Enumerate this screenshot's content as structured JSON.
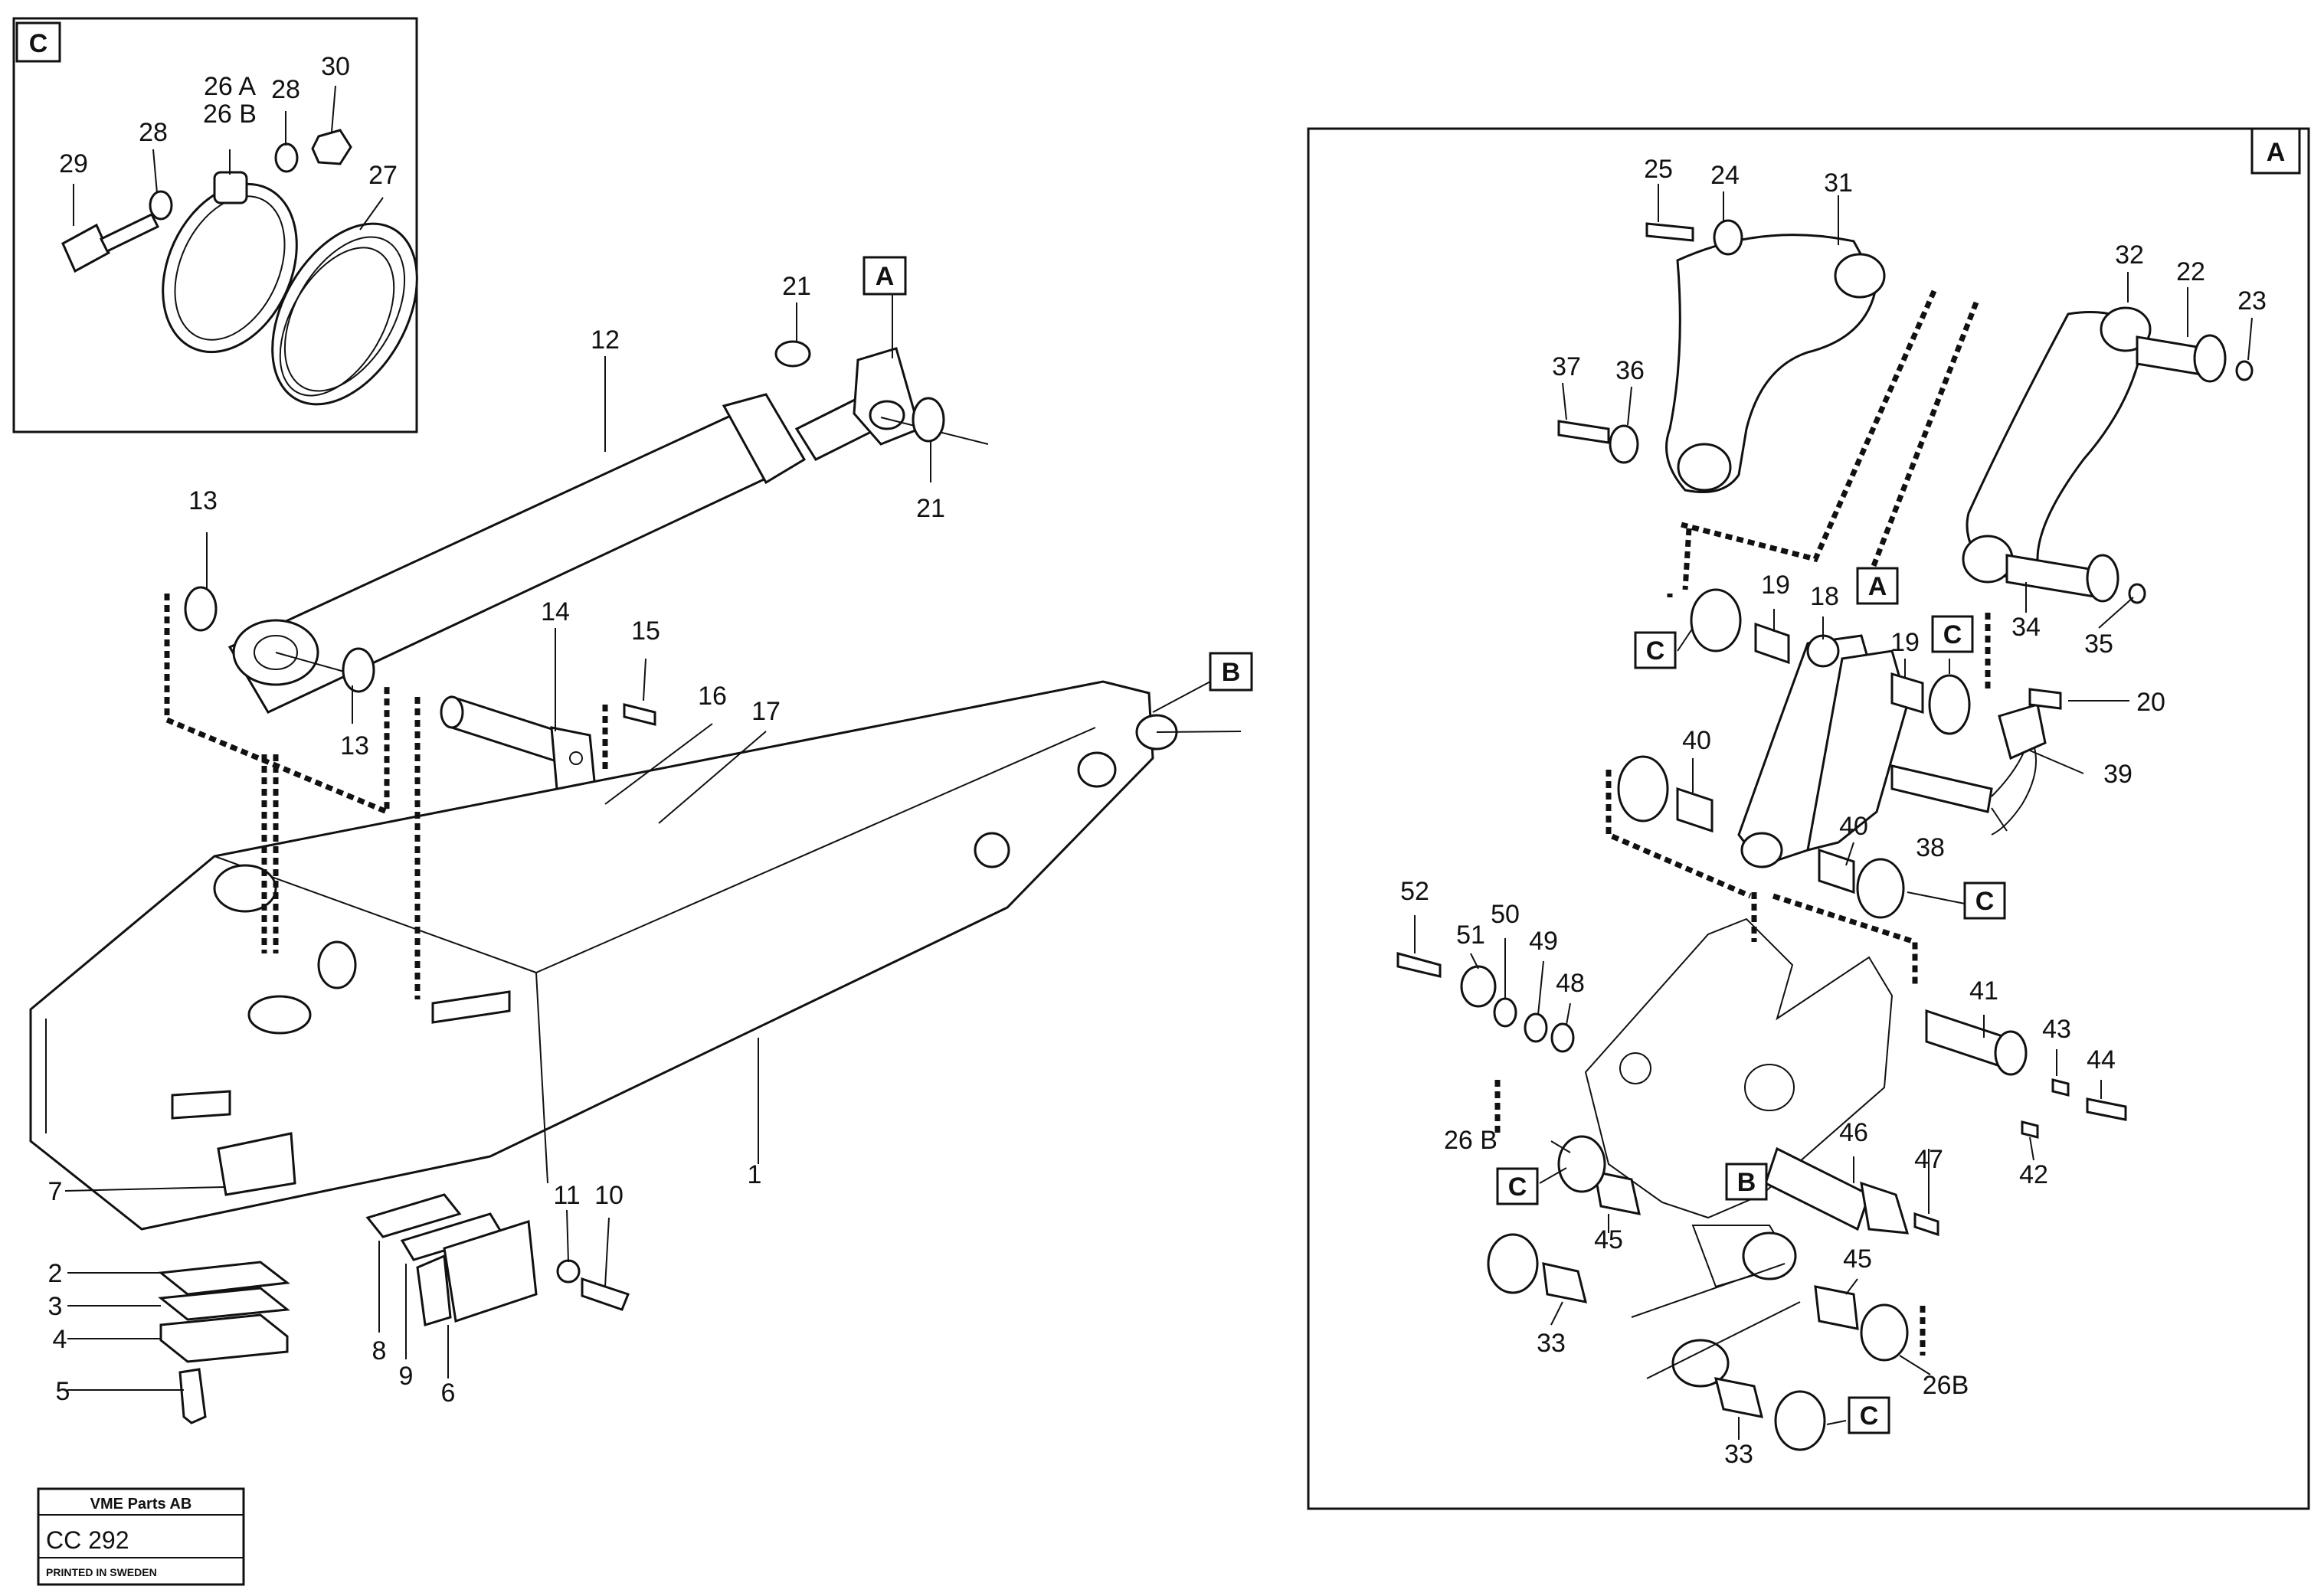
{
  "callouts": {
    "n1": "1",
    "n2": "2",
    "n3": "3",
    "n4": "4",
    "n5": "5",
    "n6": "6",
    "n7": "7",
    "n8": "8",
    "n9": "9",
    "n10": "10",
    "n11": "11",
    "n12": "12",
    "n13a": "13",
    "n13b": "13",
    "n14": "14",
    "n15": "15",
    "n16": "16",
    "n17": "17",
    "n18": "18",
    "n19a": "19",
    "n19b": "19",
    "n20": "20",
    "n21a": "21",
    "n21b": "21",
    "n22": "22",
    "n23": "23",
    "n24": "24",
    "n25": "25",
    "n26a_c": "26 A",
    "n26b_c": "26 B",
    "n26b_l": "26 B",
    "n26b_r": "26B",
    "n27": "27",
    "n28a": "28",
    "n28b": "28",
    "n29": "29",
    "n30": "30",
    "n31": "31",
    "n32": "32",
    "n33a": "33",
    "n33b": "33",
    "n34": "34",
    "n35": "35",
    "n36": "36",
    "n37": "37",
    "n38": "38",
    "n39": "39",
    "n40a": "40",
    "n40b": "40",
    "n41": "41",
    "n42": "42",
    "n43": "43",
    "n44": "44",
    "n45a": "45",
    "n45b": "45",
    "n46": "46",
    "n47": "47",
    "n48": "48",
    "n49": "49",
    "n50": "50",
    "n51": "51",
    "n52": "52"
  },
  "ref_boxes": {
    "c_inset": "C",
    "a_main": "A",
    "b_main": "B",
    "a_inset": "A",
    "a_inner": "A",
    "c1": "C",
    "c2": "C",
    "c3": "C",
    "c4": "C",
    "c5": "C",
    "b_inner": "B"
  },
  "stamp": {
    "company": "VME Parts AB",
    "code": "CC 292",
    "printed": "PRINTED IN SWEDEN"
  }
}
